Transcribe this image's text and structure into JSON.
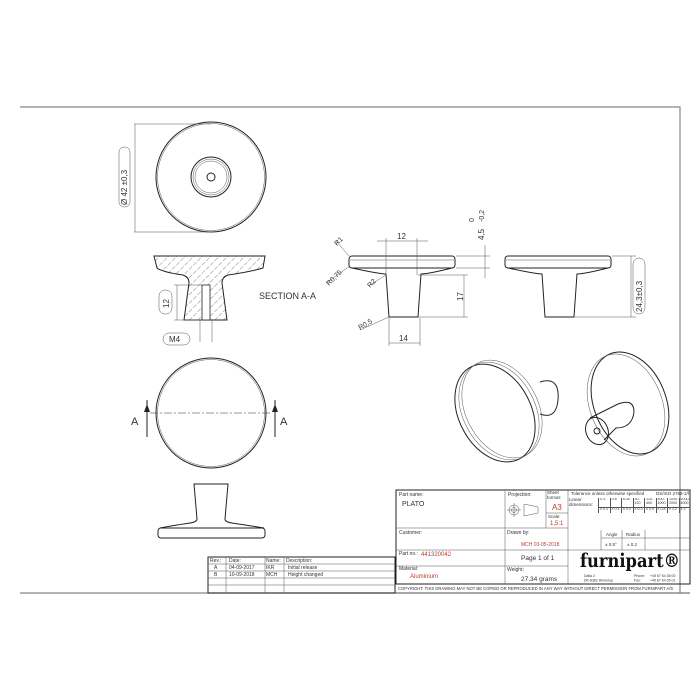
{
  "views": {
    "diameter_dim": "Ø 42 ±0,3",
    "section_label": "SECTION A-A",
    "dim_12_section": "12",
    "thread": "M4",
    "dim_12_top": "12",
    "dim_thickness": "4,5",
    "dim_thickness_tol_upper": "0",
    "dim_thickness_tol_lower": "-0,2",
    "r1": "R1",
    "r075": "R0,75",
    "r2": "R2",
    "r05": "R0,5",
    "dim_17": "17",
    "dim_14": "14",
    "dim_height": "24,3±0,3",
    "section_mark": "A"
  },
  "revisions": {
    "headers": [
      "Rev.:",
      "Date:",
      "Name:",
      "Description:"
    ],
    "rows": [
      [
        "A",
        "04-09-2017",
        "IKR",
        "Initial release"
      ],
      [
        "B",
        "10-09-2018",
        "MCH",
        "Height changed"
      ]
    ]
  },
  "title_block": {
    "part_name_label": "Part name:",
    "part_name": "PLATO",
    "projection_label": "Projection:",
    "sheet_format_label": "Sheet format:",
    "sheet_format": "A3",
    "scale_label": "Scale:",
    "scale": "1,5:1",
    "customer_label": "Customer:",
    "drawn_by_label": "Drawn by:",
    "drawn_by": "MCH 03-05-2018",
    "part_no_label": "Part no.:",
    "part_no": "441320042",
    "page": "Page 1 of 1",
    "material_label": "Material:",
    "material": "Aluminium",
    "weight_label": "Weight:",
    "weight": "27.34 grams",
    "tolerance_title": "Tolerance unless otherwise specified",
    "standard": "DS/ISO 2768-1/f",
    "linear_label": "Linear dimensions:",
    "linear_ranges": [
      "0-3",
      "3-6",
      "6-30",
      "30-120",
      "120-400",
      "400-1000",
      "1000-2000",
      "2000-4000"
    ],
    "linear_tolerances": [
      "± 0.1",
      "± 0.1",
      "± 0.2",
      "± 0.3",
      "± 0.5",
      "± 0.8",
      "± 1.2",
      "± 2"
    ],
    "angle_label": "Angle",
    "angle_tol": "± 0.5°",
    "radius_label": "Radius",
    "radius_tol": "± 0.2",
    "logo": "furnipart®",
    "address_line1": "Dalla 2",
    "address_line2": "DK-8382 Hinnerup",
    "phone_label": "Phone:",
    "phone": "+45 87 64 35 00",
    "fax_label": "Fax:",
    "fax": "+45 87 64 35 01",
    "copyright": "COPYRIGHT: THIS DRAWING MAY NOT BE COPIED OR REPRODUCED IN ANY WAY WITHOUT DIRECT PERMISSION FROM FURNIPART A/S"
  },
  "colors": {
    "accent_red": "#c0392b",
    "line": "#222222"
  }
}
